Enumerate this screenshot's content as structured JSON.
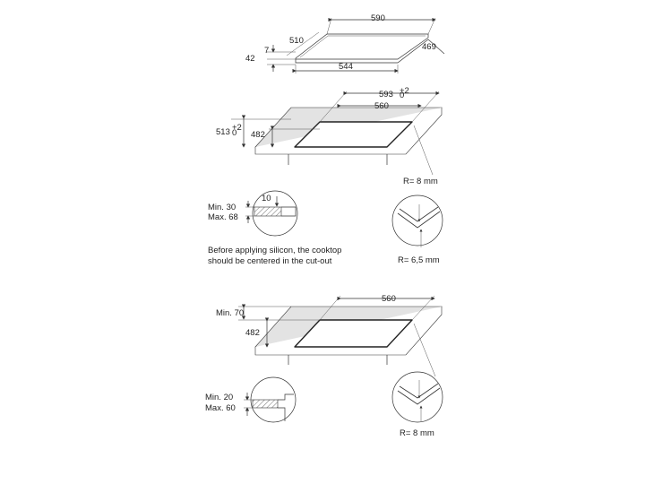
{
  "top": {
    "w": "590",
    "d": "510",
    "h": "7",
    "h2": "42",
    "b": "544",
    "r": "469"
  },
  "cut1": {
    "w": "593",
    "wsup": "+2",
    "wsub": "0",
    "w2": "560",
    "d": "513",
    "dsup": "+2",
    "dsub": "0",
    "d2": "482",
    "r": "R= 8 mm"
  },
  "det1": {
    "min": "Min. 30",
    "max": "Max. 68",
    "v": "10"
  },
  "corner1": {
    "r": "R= 6,5 mm"
  },
  "note": {
    "l1": "Before applying silicon, the cooktop",
    "l2": "should be centered in the cut-out"
  },
  "cut2": {
    "w": "560",
    "d": "482",
    "min": "Min. 70"
  },
  "det2": {
    "min": "Min. 20",
    "max": "Max. 60"
  },
  "corner2": {
    "r": "R= 8 mm"
  }
}
